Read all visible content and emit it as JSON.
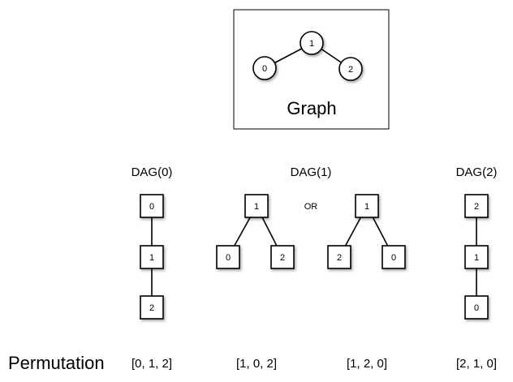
{
  "graph": {
    "caption": "Graph",
    "nodes": [
      "1",
      "0",
      "2"
    ]
  },
  "dags": [
    {
      "title": "DAG(0)",
      "nodes": [
        "0",
        "1",
        "2"
      ]
    },
    {
      "title": "DAG(1)",
      "left_tree": [
        "1",
        "0",
        "2"
      ],
      "separator": "OR",
      "right_tree": [
        "1",
        "2",
        "0"
      ]
    },
    {
      "title": "DAG(2)",
      "nodes": [
        "2",
        "1",
        "0"
      ]
    }
  ],
  "permutation": {
    "label": "Permutation",
    "values": [
      "[0, 1, 2]",
      "[1, 0, 2]",
      "[1, 2, 0]",
      "[2, 1, 0]"
    ]
  }
}
